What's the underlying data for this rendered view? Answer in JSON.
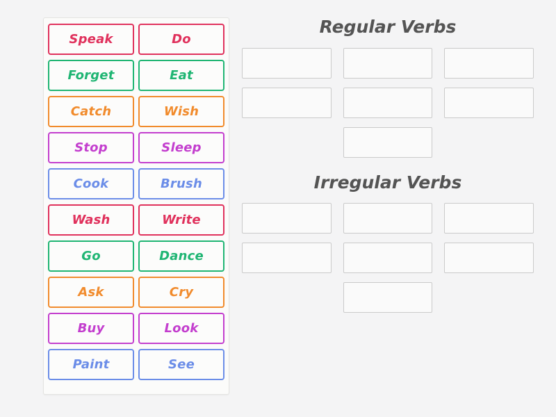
{
  "activity": {
    "type": "group-sort",
    "word_bank": {
      "cards": [
        {
          "label": "Speak",
          "color": "#e0315c"
        },
        {
          "label": "Do",
          "color": "#e0315c"
        },
        {
          "label": "Forget",
          "color": "#1fb573"
        },
        {
          "label": "Eat",
          "color": "#1fb573"
        },
        {
          "label": "Catch",
          "color": "#f18b2c"
        },
        {
          "label": "Wish",
          "color": "#f18b2c"
        },
        {
          "label": "Stop",
          "color": "#c33ece"
        },
        {
          "label": "Sleep",
          "color": "#c33ece"
        },
        {
          "label": "Cook",
          "color": "#6b8de8"
        },
        {
          "label": "Brush",
          "color": "#6b8de8"
        },
        {
          "label": "Wash",
          "color": "#e0315c"
        },
        {
          "label": "Write",
          "color": "#e0315c"
        },
        {
          "label": "Go",
          "color": "#1fb573"
        },
        {
          "label": "Dance",
          "color": "#1fb573"
        },
        {
          "label": "Ask",
          "color": "#f18b2c"
        },
        {
          "label": "Cry",
          "color": "#f18b2c"
        },
        {
          "label": "Buy",
          "color": "#c33ece"
        },
        {
          "label": "Look",
          "color": "#c33ece"
        },
        {
          "label": "Paint",
          "color": "#6b8de8"
        },
        {
          "label": "See",
          "color": "#6b8de8"
        }
      ]
    },
    "groups": [
      {
        "title": "Regular Verbs",
        "drop_zones": [
          {
            "content": ""
          },
          {
            "content": ""
          },
          {
            "content": ""
          },
          {
            "content": ""
          },
          {
            "content": ""
          },
          {
            "content": ""
          },
          {
            "content": ""
          }
        ]
      },
      {
        "title": "Irregular Verbs",
        "drop_zones": [
          {
            "content": ""
          },
          {
            "content": ""
          },
          {
            "content": ""
          },
          {
            "content": ""
          },
          {
            "content": ""
          },
          {
            "content": ""
          },
          {
            "content": ""
          }
        ]
      }
    ],
    "colors": {
      "page_background": "#f4f4f5",
      "panel_background": "#fbfbfa",
      "panel_border": "#e3e3e1",
      "zone_border": "#cacaca",
      "zone_fill": "#fafafa",
      "title_text": "#545454"
    }
  }
}
